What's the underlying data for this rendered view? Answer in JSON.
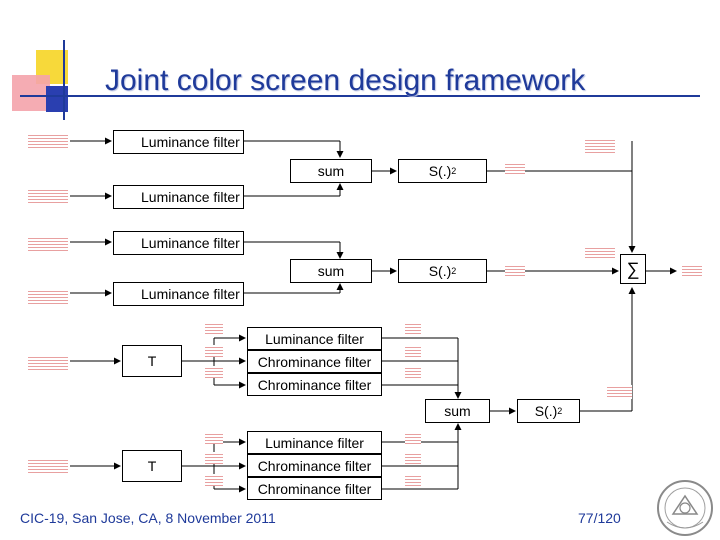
{
  "slide": {
    "title": "Joint color screen design framework",
    "footer": "CIC-19, San Jose, CA, 8 November 2011",
    "page_number": "77/120"
  },
  "blocks": {
    "lum1": "Luminance filter",
    "lum2": "Luminance filter",
    "lum3": "Luminance filter",
    "lum4": "Luminance filter",
    "sum1": "sum",
    "sum2": "sum",
    "sq1": "S(.)",
    "sq2": "S(.)",
    "sq3": "S(.)",
    "sq_exponent": "2",
    "t1": "T",
    "t2": "T",
    "g1_lum": "Luminance filter",
    "g1_chr1": "Chrominance filter",
    "g1_chr2": "Chrominance filter",
    "sum3": "sum",
    "g2_lum": "Luminance filter",
    "g2_chr1": "Chrominance filter",
    "g2_chr2": "Chrominance filter",
    "sigma": "∑"
  },
  "accent_color": "#1f3a9a",
  "deco_colors": {
    "yellow": "#f7d93a",
    "red": "#e8283a",
    "blue": "#2a3fb0"
  },
  "icons": [
    "sigma-icon",
    "university-seal-icon"
  ]
}
